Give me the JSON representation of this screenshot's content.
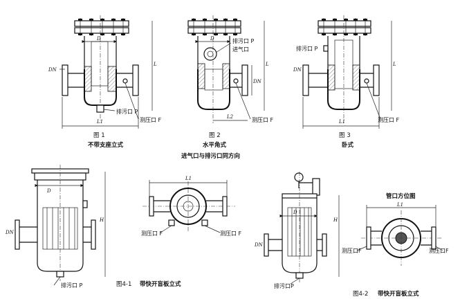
{
  "figures": {
    "fig1": {
      "title": "图 1",
      "caption": "不带支座立式"
    },
    "fig2": {
      "title": "图 2",
      "caption": "水平角式",
      "caption2": "进气口与排污口同方向"
    },
    "fig3": {
      "title": "图 3",
      "caption": "卧式"
    },
    "fig41": {
      "title": "图4-1",
      "caption": "带快开盲板立式"
    },
    "fig42": {
      "title": "图4-2",
      "caption": "带快开盲板立式",
      "view_title": "管口方位图"
    }
  },
  "labels": {
    "drain_outlet_p": "排污口 P",
    "drain_p": "排污口 P",
    "drain_p_short": "排污口P",
    "gas_inlet": "进气口",
    "pressure_port_f": "测压口 F",
    "pressure_port_f_short": "测压口F",
    "dn": "DN",
    "d": "D",
    "l1": "L1",
    "l2": "L2",
    "l": "L",
    "h": "H"
  }
}
